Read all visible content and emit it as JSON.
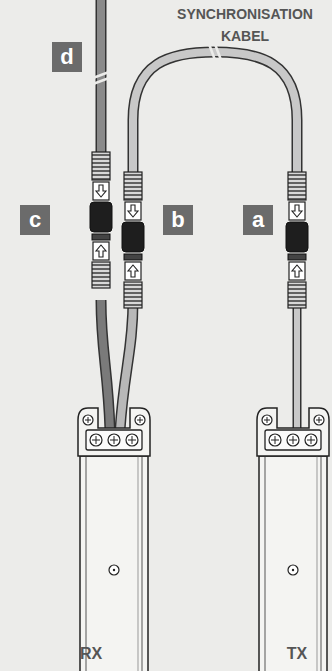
{
  "diagram": {
    "nodes": [
      {
        "text": [
          "d"
        ]
      },
      {
        "text": [
          "c"
        ]
      },
      {
        "text": [
          "b"
        ]
      },
      {
        "text": [
          "a"
        ]
      }
    ],
    "labels": [
      "SYNCHRONISATION KABEL",
      "RX",
      "TX"
    ]
  }
}
